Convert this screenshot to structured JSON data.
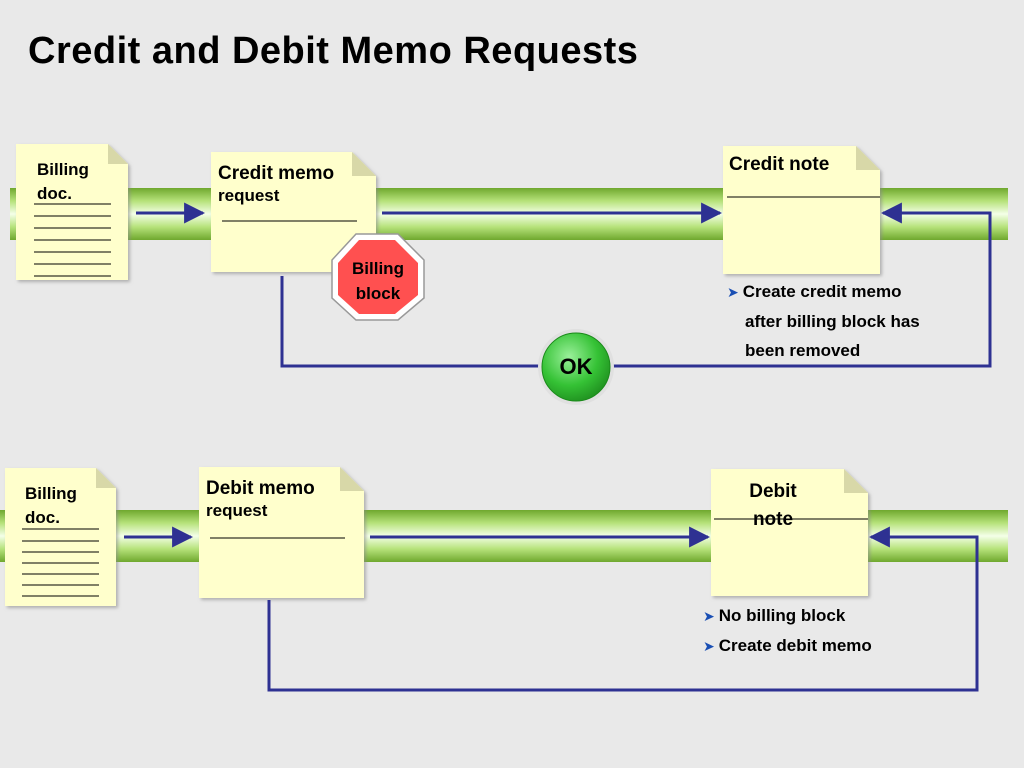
{
  "title": "Credit and Debit Memo Requests",
  "colors": {
    "note_fill": "#ffffcc",
    "band_green": "#92d050",
    "arrow_blue": "#2e3192",
    "stop_red": "#ff5050",
    "ok_green": "#2db52d"
  },
  "credit_flow": {
    "billing_doc": {
      "line1": "Billing",
      "line2": "doc."
    },
    "memo_request": {
      "title": "Credit memo",
      "subtitle": "request"
    },
    "billing_block": {
      "line1": "Billing",
      "line2": "block"
    },
    "ok_label": "OK",
    "result_doc": {
      "title": "Credit note"
    },
    "notes": [
      "Create credit memo",
      "after billing block has",
      "been removed"
    ]
  },
  "debit_flow": {
    "billing_doc": {
      "line1": "Billing",
      "line2": "doc."
    },
    "memo_request": {
      "title": "Debit memo",
      "subtitle": "request"
    },
    "result_doc": {
      "line1": "Debit",
      "line2": "note"
    },
    "notes": [
      "No billing block",
      "Create debit memo"
    ]
  }
}
